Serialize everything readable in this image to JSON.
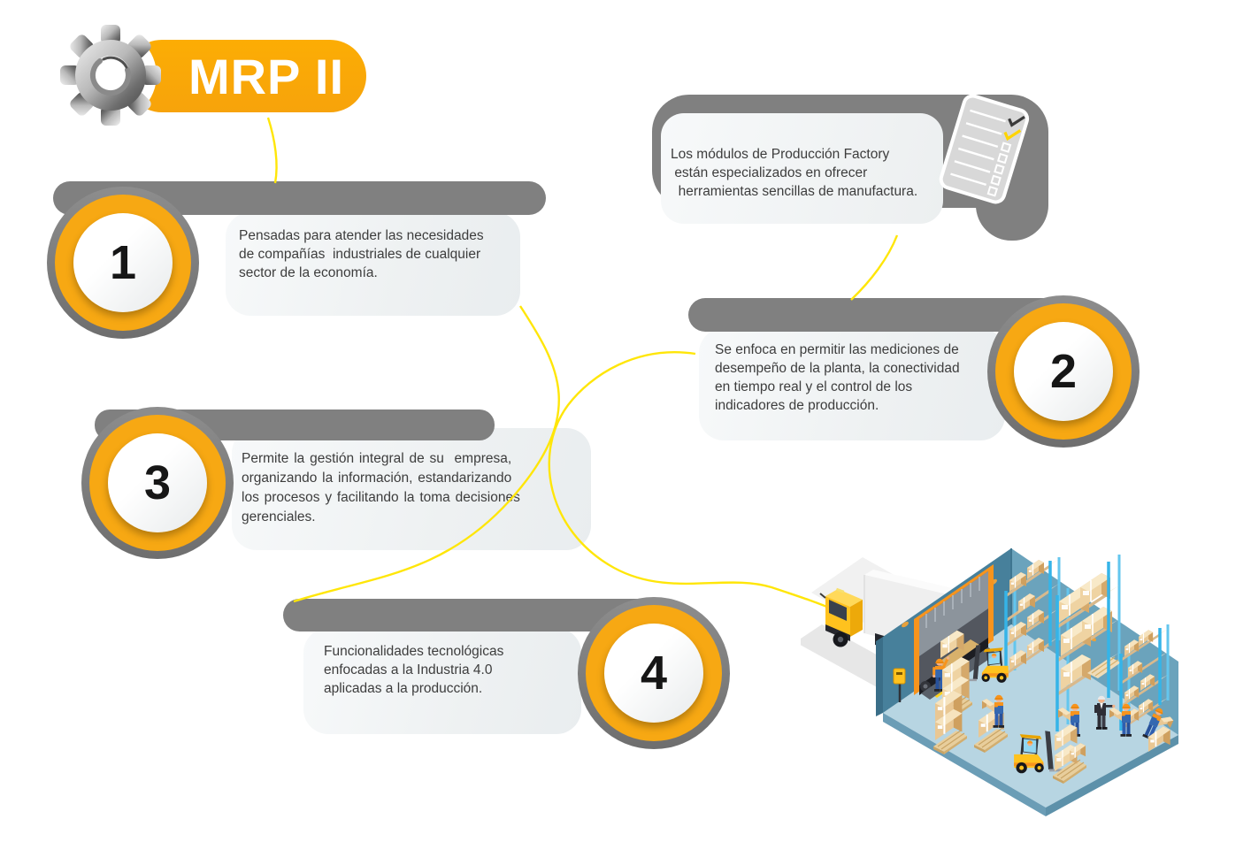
{
  "header": {
    "title": "MRP II",
    "icon": "gear-icon"
  },
  "note": {
    "text": "Los módulos de Producción Factory\n están especializados en ofrecer\n  herramientas sencillas de manufactura.",
    "icon": "checklist-icon"
  },
  "steps": [
    {
      "number": "1",
      "text": "Pensadas para atender las necesidades\nde compañías  industriales de cualquier\nsector de la economía."
    },
    {
      "number": "2",
      "text": "Se enfoca en permitir las mediciones de\ndesempeño de la planta, la conectividad\nen tiempo real y el control de los\nindicadores de producción."
    },
    {
      "number": "3",
      "text": "Permite la gestión integral de su  empresa,\norganizando la información, estandarizando\nlos procesos y facilitando la toma decisiones\ngerenciales."
    },
    {
      "number": "4",
      "text": "Funcionalidades tecnológicas\nenfocadas a la Industria 4.0\naplicadas a la producción."
    }
  ],
  "colors": {
    "brand_orange": "#F9A80B",
    "ring_orange": "#F7A813",
    "bar_gray": "#808080",
    "connector_yellow": "#FFE608",
    "card_text": "#3D3D3D"
  },
  "illustration": {
    "name": "isometric-warehouse",
    "elements": [
      "truck",
      "loading-dock-door",
      "forklift",
      "shelf-racks",
      "pallet-boxes",
      "workers",
      "manager"
    ]
  }
}
